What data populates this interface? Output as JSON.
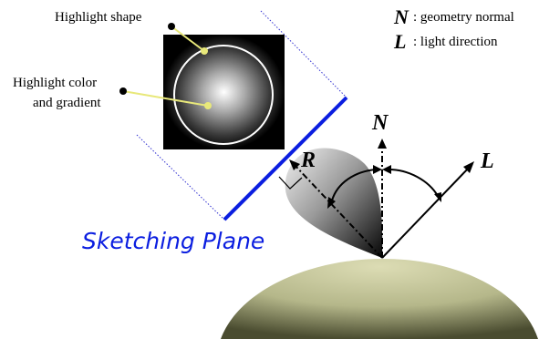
{
  "labels": {
    "highlight_shape": "Highlight shape",
    "highlight_color_line1": "Highlight color",
    "highlight_color_line2": "and gradient",
    "sketching_plane": "Sketching Plane",
    "normal_symbol": "N",
    "light_symbol": "L",
    "reflect_symbol": "R",
    "legend_normal_symbol": "N",
    "legend_normal_text": ": geometry normal",
    "legend_light_symbol": "L",
    "legend_light_text": ": light direction"
  },
  "colors": {
    "sketching_plane": "#0b1ee0",
    "leader_line": "#e8e87a",
    "surface_fill": "#c9cba2",
    "surface_dark": "#55573a",
    "highlight_bg": "#000000",
    "highlight_ring": "#ffffff"
  }
}
